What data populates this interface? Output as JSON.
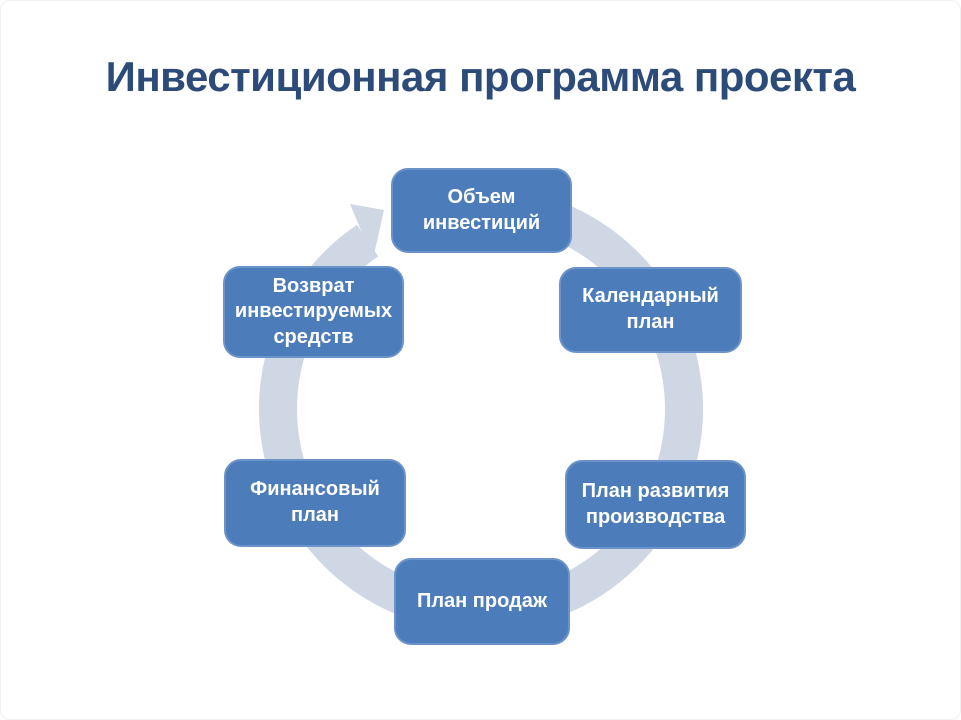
{
  "theme": {
    "background": "#ffffff",
    "title_color": "#2c4b78",
    "node_fill": "#4d7cba",
    "node_edge": "#6c93c9",
    "node_text": "#ffffff",
    "ring_color": "#cfd6e4"
  },
  "slide": {
    "title": "Инвестиционная программа проекта"
  },
  "cycle": {
    "direction": "clockwise",
    "items": [
      {
        "id": "volume",
        "label": "Объем инвестиций"
      },
      {
        "id": "calendar",
        "label": "Календарный план"
      },
      {
        "id": "production",
        "label": "План развития производства"
      },
      {
        "id": "sales",
        "label": "План продаж"
      },
      {
        "id": "finance",
        "label": "Финансовый план"
      },
      {
        "id": "return",
        "label": "Возврат инвестируемых средств"
      }
    ]
  }
}
